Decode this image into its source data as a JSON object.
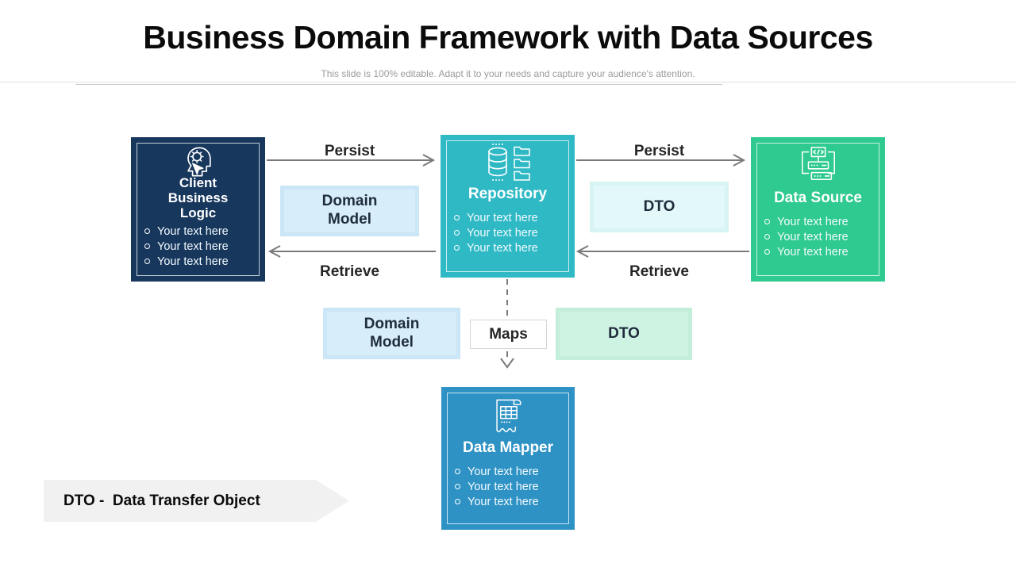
{
  "header": {
    "title": "Business Domain Framework with Data Sources",
    "subtitle": "This slide is 100% editable. Adapt it to your needs and capture your audience's attention."
  },
  "nodes": {
    "client": {
      "title": "Client Business Logic",
      "icon": "head-gear-cursor-icon",
      "color": "#17375D",
      "bullets": [
        "Your text here",
        "Your text here",
        "Your text here"
      ]
    },
    "repository": {
      "title": "Repository",
      "icon": "database-folders-icon",
      "color": "#2FB9C5",
      "bullets": [
        "Your text here",
        "Your text here",
        "Your text here"
      ]
    },
    "data_source": {
      "title": "Data Source",
      "icon": "code-server-icon",
      "color": "#2FCA8F",
      "bullets": [
        "Your text here",
        "Your text here",
        "Your text here"
      ]
    },
    "data_mapper": {
      "title": "Data Mapper",
      "icon": "scroll-table-icon",
      "color": "#2E92C4",
      "bullets": [
        "Your text here",
        "Your text here",
        "Your text here"
      ]
    }
  },
  "connectors": {
    "persist_left": {
      "label": "Persist"
    },
    "persist_right": {
      "label": "Persist"
    },
    "retrieve_left": {
      "label": "Retrieve"
    },
    "retrieve_right": {
      "label": "Retrieve"
    },
    "maps": {
      "label": "Maps"
    }
  },
  "chips": {
    "domain_model_top": {
      "label": "Domain Model",
      "color": "#CBE6F7"
    },
    "dto_top": {
      "label": "DTO",
      "color": "#D8F3F4"
    },
    "domain_model_bottom": {
      "label": "Domain Model",
      "color": "#CBE6F7"
    },
    "dto_bottom": {
      "label": "DTO",
      "color": "#C3EEDA"
    }
  },
  "footnote": {
    "label": "DTO -  Data Transfer Object"
  },
  "palette": {
    "arrow_gray": "#7A7A7A",
    "chip_text": "#1E2C3C",
    "label_text": "#262626",
    "ribbon_bg": "#F1F1F2"
  }
}
